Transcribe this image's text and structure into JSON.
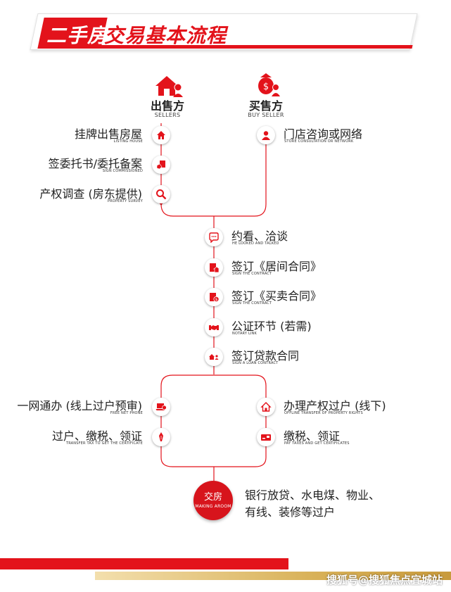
{
  "title": {
    "part1": "二手房",
    "part2": "交易基本流程"
  },
  "sellers": {
    "title": "出售方",
    "sub": "SELLERS",
    "icon": "house-person-icon"
  },
  "buyers": {
    "title": "买售方",
    "sub": "BUY SELLER",
    "icon": "money-bag-person-icon"
  },
  "seller_steps": [
    {
      "label": "挂牌出售房屋",
      "sub": "LISTING HOUSE",
      "icon": "house-icon"
    },
    {
      "label": "签委托书/委托备案",
      "sub": "SIGN COMMISSIONED",
      "icon": "document-hand-icon"
    },
    {
      "label": "产权调查 (房东提供)",
      "sub": "PROPERTY SURVEY",
      "icon": "magnifier-icon"
    }
  ],
  "buyer_steps": [
    {
      "label": "门店咨询或网络",
      "sub": "STORE CONSULTATION OR NETWORK",
      "icon": "person-icon"
    }
  ],
  "main_steps": [
    {
      "label": "约看、洽谈",
      "sub": "HE LOOKED AND TALKED",
      "icon": "chat-bubble-icon"
    },
    {
      "label": "签订《居间合同》",
      "sub": "SIGN THE CONTRACT",
      "icon": "contract-house-icon"
    },
    {
      "label": "签订《买卖合同》",
      "sub": "SIGN THE CONTRACT",
      "icon": "contract-money-icon"
    },
    {
      "label": "公证环节 (若需)",
      "sub": "NOTARY LINK",
      "icon": "handshake-icon"
    },
    {
      "label": "签订贷款合同",
      "sub": "SIGN A LOAN CONTRACT",
      "icon": "house-people-icon"
    }
  ],
  "online_steps": [
    {
      "label": "一网通办 (线上过户预审)",
      "sub": "FREE NET PHONE",
      "icon": "laptop-icon"
    },
    {
      "label": "过户、缴税、领证",
      "sub": "TRANSFER TAX TO GET THE CERTIFICATE",
      "icon": "pen-icon"
    }
  ],
  "offline_steps": [
    {
      "label": "办理产权过户 (线下)",
      "sub": "OFFLINE TRANSFER OF PROPERTY RIGHTS",
      "icon": "house-outline-icon"
    },
    {
      "label": "缴税、领证",
      "sub": "PAY TAXES AND GET CERTIFICATES",
      "icon": "card-icon"
    }
  ],
  "final": {
    "title": "交房",
    "sub": "MAKING AROOM",
    "desc_line1": "银行放贷、水电煤、物业、",
    "desc_line2": "有线、装修等过户"
  },
  "watermark": "搜狐号@搜狐焦点宜城站",
  "colors": {
    "accent": "#e3131b",
    "line": "#e3131b",
    "gold": "#d9b25a"
  }
}
